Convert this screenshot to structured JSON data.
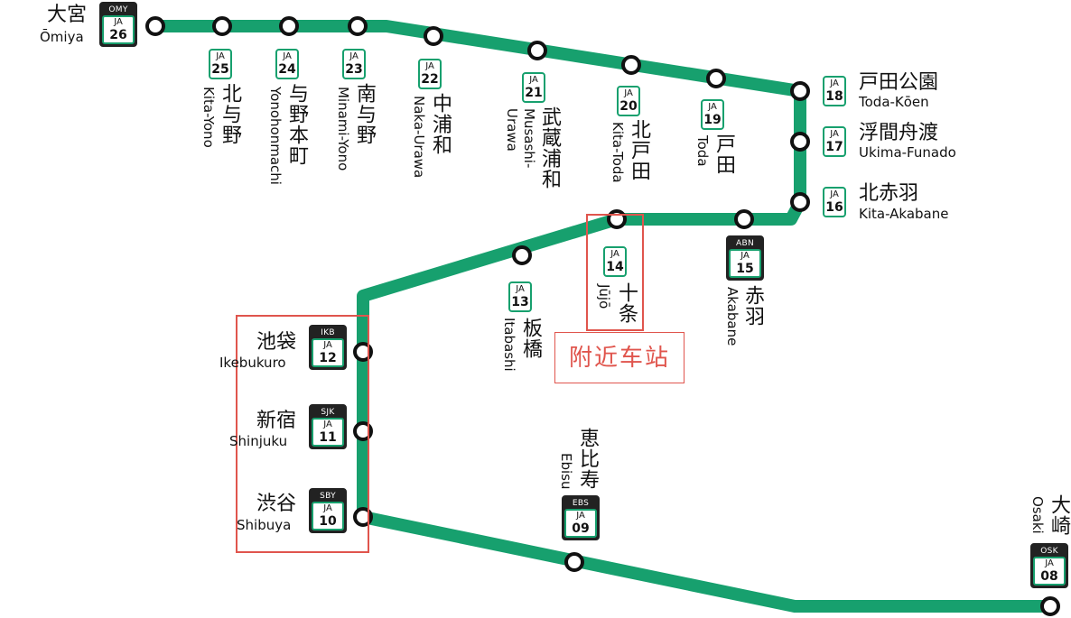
{
  "colors": {
    "line": "#17a06e",
    "highlight": "#e0554d",
    "badge_dark": "#222222"
  },
  "callout_label": "附近车站",
  "stations": {
    "omiya": {
      "code": "OMY",
      "line": "JA",
      "num": "26",
      "jp": "大宮",
      "en": "Ōmiya"
    },
    "kitayono": {
      "line": "JA",
      "num": "25",
      "jp": "北与野",
      "en": "Kita-Yono"
    },
    "yonohonmachi": {
      "line": "JA",
      "num": "24",
      "jp": "与野本町",
      "en": "Yonohonmachi"
    },
    "minamiyono": {
      "line": "JA",
      "num": "23",
      "jp": "南与野",
      "en": "Minami-Yono"
    },
    "nakaurawa": {
      "line": "JA",
      "num": "22",
      "jp": "中浦和",
      "en": "Naka-Urawa"
    },
    "musashiurawa": {
      "line": "JA",
      "num": "21",
      "jp": "武蔵浦和",
      "en1": "Musashi-",
      "en2": "Urawa"
    },
    "kitatoda": {
      "line": "JA",
      "num": "20",
      "jp": "北戸田",
      "en": "Kita-Toda"
    },
    "toda": {
      "line": "JA",
      "num": "19",
      "jp": "戸田",
      "en": "Toda"
    },
    "todakoen": {
      "line": "JA",
      "num": "18",
      "jp": "戸田公園",
      "en": "Toda-Kōen"
    },
    "ukimafunado": {
      "line": "JA",
      "num": "17",
      "jp": "浮間舟渡",
      "en": "Ukima-Funado"
    },
    "kitaakabane": {
      "line": "JA",
      "num": "16",
      "jp": "北赤羽",
      "en": "Kita-Akabane"
    },
    "akabane": {
      "code": "ABN",
      "line": "JA",
      "num": "15",
      "jp": "赤羽",
      "en": "Akabane"
    },
    "jujo": {
      "line": "JA",
      "num": "14",
      "jp": "十条",
      "en": "Jūjō"
    },
    "itabashi": {
      "line": "JA",
      "num": "13",
      "jp": "板橋",
      "en": "Itabashi"
    },
    "ikebukuro": {
      "code": "IKB",
      "line": "JA",
      "num": "12",
      "jp": "池袋",
      "en": "Ikebukuro"
    },
    "shinjuku": {
      "code": "SJK",
      "line": "JA",
      "num": "11",
      "jp": "新宿",
      "en": "Shinjuku"
    },
    "shibuya": {
      "code": "SBY",
      "line": "JA",
      "num": "10",
      "jp": "渋谷",
      "en": "Shibuya"
    },
    "ebisu": {
      "code": "EBS",
      "line": "JA",
      "num": "09",
      "jp": "恵比寿",
      "en": "Ebisu"
    },
    "osaki": {
      "code": "OSK",
      "line": "JA",
      "num": "08",
      "jp": "大崎",
      "en": "Osaki"
    }
  }
}
